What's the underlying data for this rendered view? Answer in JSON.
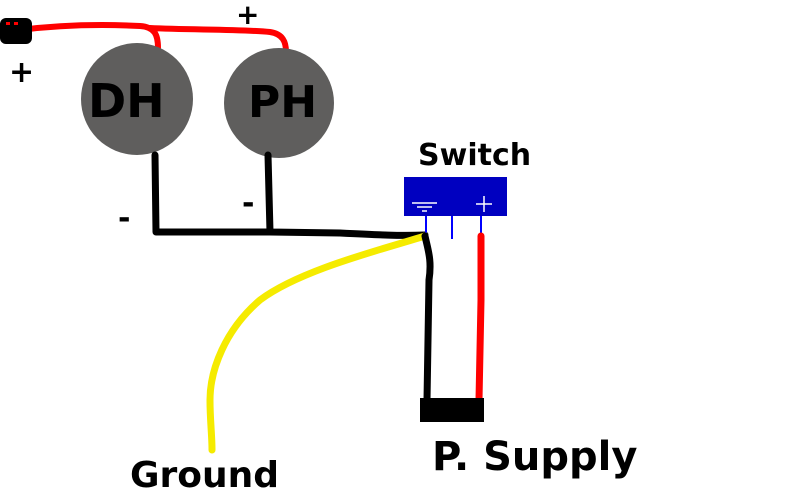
{
  "diagram": {
    "title": "Wiring diagram",
    "components": {
      "dh": {
        "label": "DH",
        "color": "#5f5e5d"
      },
      "ph": {
        "label": "PH",
        "color": "#5f5e5d"
      },
      "switch": {
        "label": "Switch",
        "color": "#0000c0",
        "ground_symbol": "ground",
        "plus_symbol": "+"
      },
      "power_supply": {
        "label": "P. Supply",
        "color": "#000000"
      },
      "ground": {
        "label": "Ground"
      },
      "input_plug": {
        "color": "#000000"
      }
    },
    "polarity_marks": {
      "input_plus": "+",
      "top_plus": "+",
      "dh_minus": "-",
      "ph_minus": "-"
    },
    "wire_colors": {
      "positive": "#ff0000",
      "negative": "#000000",
      "ground": "#f5eb00",
      "switch_pin": "#0000ff"
    },
    "connections": [
      {
        "from": "input_plug",
        "to": "dh",
        "color": "positive"
      },
      {
        "from": "input_plug",
        "to": "ph",
        "color": "positive"
      },
      {
        "from": "dh",
        "to": "switch.ground",
        "color": "negative"
      },
      {
        "from": "ph",
        "to": "switch.ground",
        "color": "negative"
      },
      {
        "from": "switch.ground",
        "to": "ground",
        "color": "ground"
      },
      {
        "from": "switch.ground",
        "to": "power_supply",
        "color": "negative"
      },
      {
        "from": "switch.plus",
        "to": "power_supply",
        "color": "positive"
      }
    ]
  }
}
